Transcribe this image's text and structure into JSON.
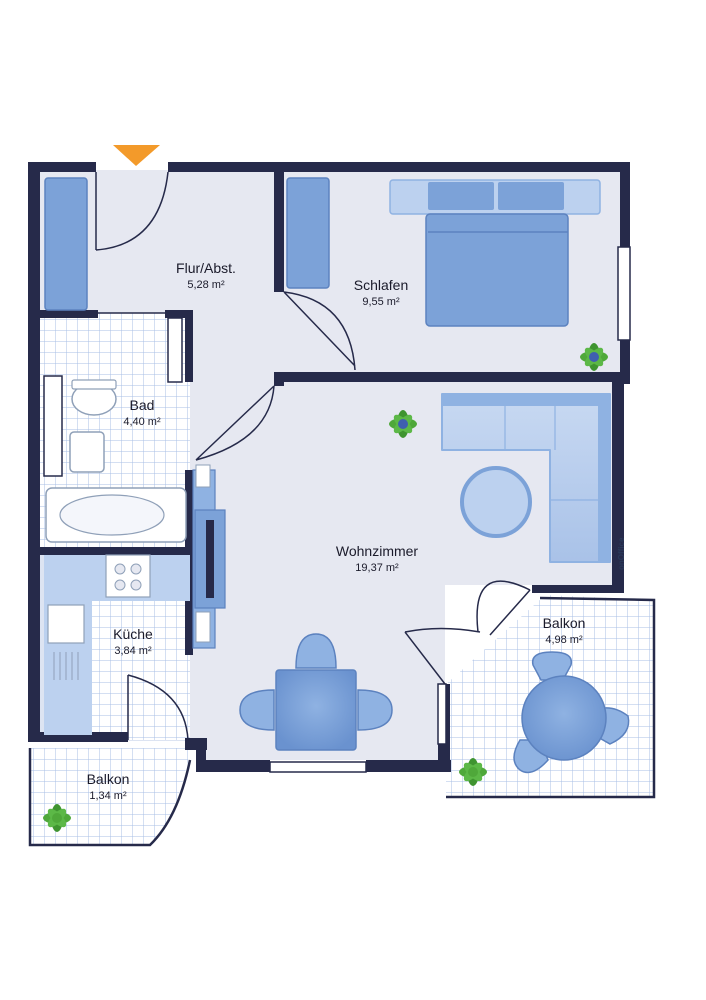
{
  "rooms": [
    {
      "id": "flur",
      "name": "Flur/Abst.",
      "area": "5,28 m²"
    },
    {
      "id": "schlafen",
      "name": "Schlafen",
      "area": "9,55 m²"
    },
    {
      "id": "bad",
      "name": "Bad",
      "area": "4,40 m²"
    },
    {
      "id": "wohnzimmer",
      "name": "Wohnzimmer",
      "area": "19,37 m²"
    },
    {
      "id": "kueche",
      "name": "Küche",
      "area": "3,84 m²"
    },
    {
      "id": "balkon_gross",
      "name": "Balkon",
      "area": "4,98 m²"
    },
    {
      "id": "balkon_klein",
      "name": "Balkon",
      "area": "1,34 m²"
    }
  ],
  "watermark": "onOffice",
  "colors": {
    "wall": "#262a4a",
    "floor": "#e6e8f1",
    "tile": "#ffffff",
    "tile_grid": "#a9bfe6",
    "furniture": "#7ca2d8",
    "furniture_dark": "#5c82bf",
    "furniture_light": "#bcd1ef",
    "entrance_marker": "#f39a2a",
    "plant": "#4fa83a"
  },
  "icons": [
    "entrance-arrow-icon",
    "plant-icon"
  ]
}
